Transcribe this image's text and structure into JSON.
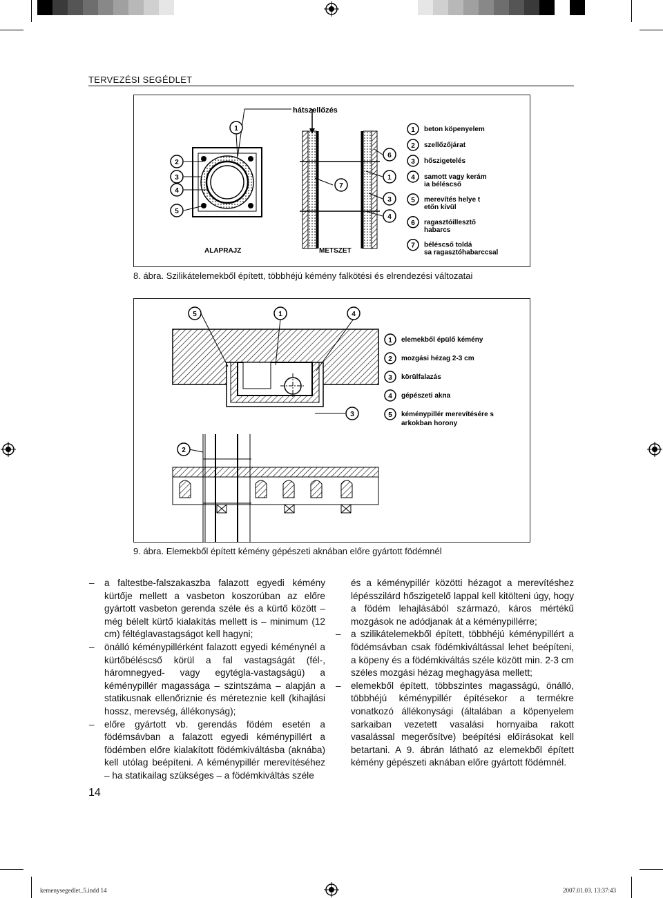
{
  "header": {
    "title": "TERVEZÉSI SEGÉDLET"
  },
  "figure8": {
    "top_label": "hátszellőzés",
    "view_plan": "ALAPRAJZ",
    "view_section": "METSZET",
    "legend": [
      {
        "num": "1",
        "text": "beton köpenyelem"
      },
      {
        "num": "2",
        "text": "szellőzőjárat"
      },
      {
        "num": "3",
        "text": "hőszigetelés"
      },
      {
        "num": "4",
        "text": "samott vagy kerámia béléscső"
      },
      {
        "num": "5",
        "text": "merevítés helye tetőn kívül"
      },
      {
        "num": "6",
        "text": "ragasztóillesztő habarcs"
      },
      {
        "num": "7",
        "text": "béléscső toldása ragasztóhabarccsal"
      }
    ],
    "caption": "8. ábra. Szilikátelemekből épített, többhéjú kémény falkötési és elrendezési változatai"
  },
  "figure9": {
    "legend": [
      {
        "num": "1",
        "text": "elemekből épülő kémény"
      },
      {
        "num": "2",
        "text": "mozgási hézag 2-3 cm"
      },
      {
        "num": "3",
        "text": "körülfalazás"
      },
      {
        "num": "4",
        "text": "gépészeti akna"
      },
      {
        "num": "5",
        "text": "kéménypillér merevítésére sarkokban horony"
      }
    ],
    "caption": "9. ábra. Elemekből épített kémény gépészeti aknában előre gyártott födémnél"
  },
  "body": {
    "left": [
      {
        "dash": "–",
        "text": "a faltestbe-falszakaszba falazott egyedi kémény kürtője mellett a vasbeton koszorúban az előre gyártott vasbeton gerenda széle és a kürtő között – még bélelt kürtő kialakítás mellett is – minimum (12 cm) féltéglavastagságot kell hagyni;"
      },
      {
        "dash": "–",
        "text": "önálló kéménypillérként falazott egyedi kéménynél a kürtőbéléscső körül a fal vastagságát (fél-, háromnegyed- vagy egytégla-vastagságú) a kéménypillér magassága – szintszáma – alapján a statikusnak ellenőriznie és méreteznie kell (kihajlási hossz, merevség, állékonyság);"
      },
      {
        "dash": "–",
        "text": "előre gyártott vb. gerendás födém esetén a födémsávban a falazott egyedi kéménypillért a födémben előre kialakított födémkiváltásba (aknába) kell utólag beépíteni. A kéménypillér merevítéséhez – ha statikailag szükséges – a födémkiváltás széle"
      }
    ],
    "right_intro": "és a kéménypillér közötti hézagot a merevítéshez lépésszilárd hőszigetelő lappal kell kitölteni úgy, hogy a födém lehajlásából származó, káros mértékű mozgások ne adódjanak át a kéménypillérre;",
    "right": [
      {
        "dash": "–",
        "text": "a szilikátelemekből épített, többhéjú kéménypillért a födémsávban csak födémkiváltással lehet beépíteni, a köpeny és a födémkiváltás széle között min. 2-3 cm széles mozgási hézag meghagyása mellett;"
      },
      {
        "dash": "–",
        "text": "elemekből épített, többszintes magasságú, önálló, többhéjú kéménypillér építésekor a termékre vonatkozó állékonysági (általában a köpenyelem sarkaiban vezetett vasalási hornyaiba rakott vasalással megerősítve) beépítési előírásokat kell betartani. A 9. ábrán látható az elemekből épített kémény gépészeti aknában előre gyártott födémnél."
      }
    ]
  },
  "page_number": "14",
  "footer": {
    "file": "kemenysegedlet_5.indd   14",
    "timestamp": "2007.01.03.   13:37:43"
  },
  "colors": {
    "ink": "#111111",
    "crosshair": "#000000"
  }
}
